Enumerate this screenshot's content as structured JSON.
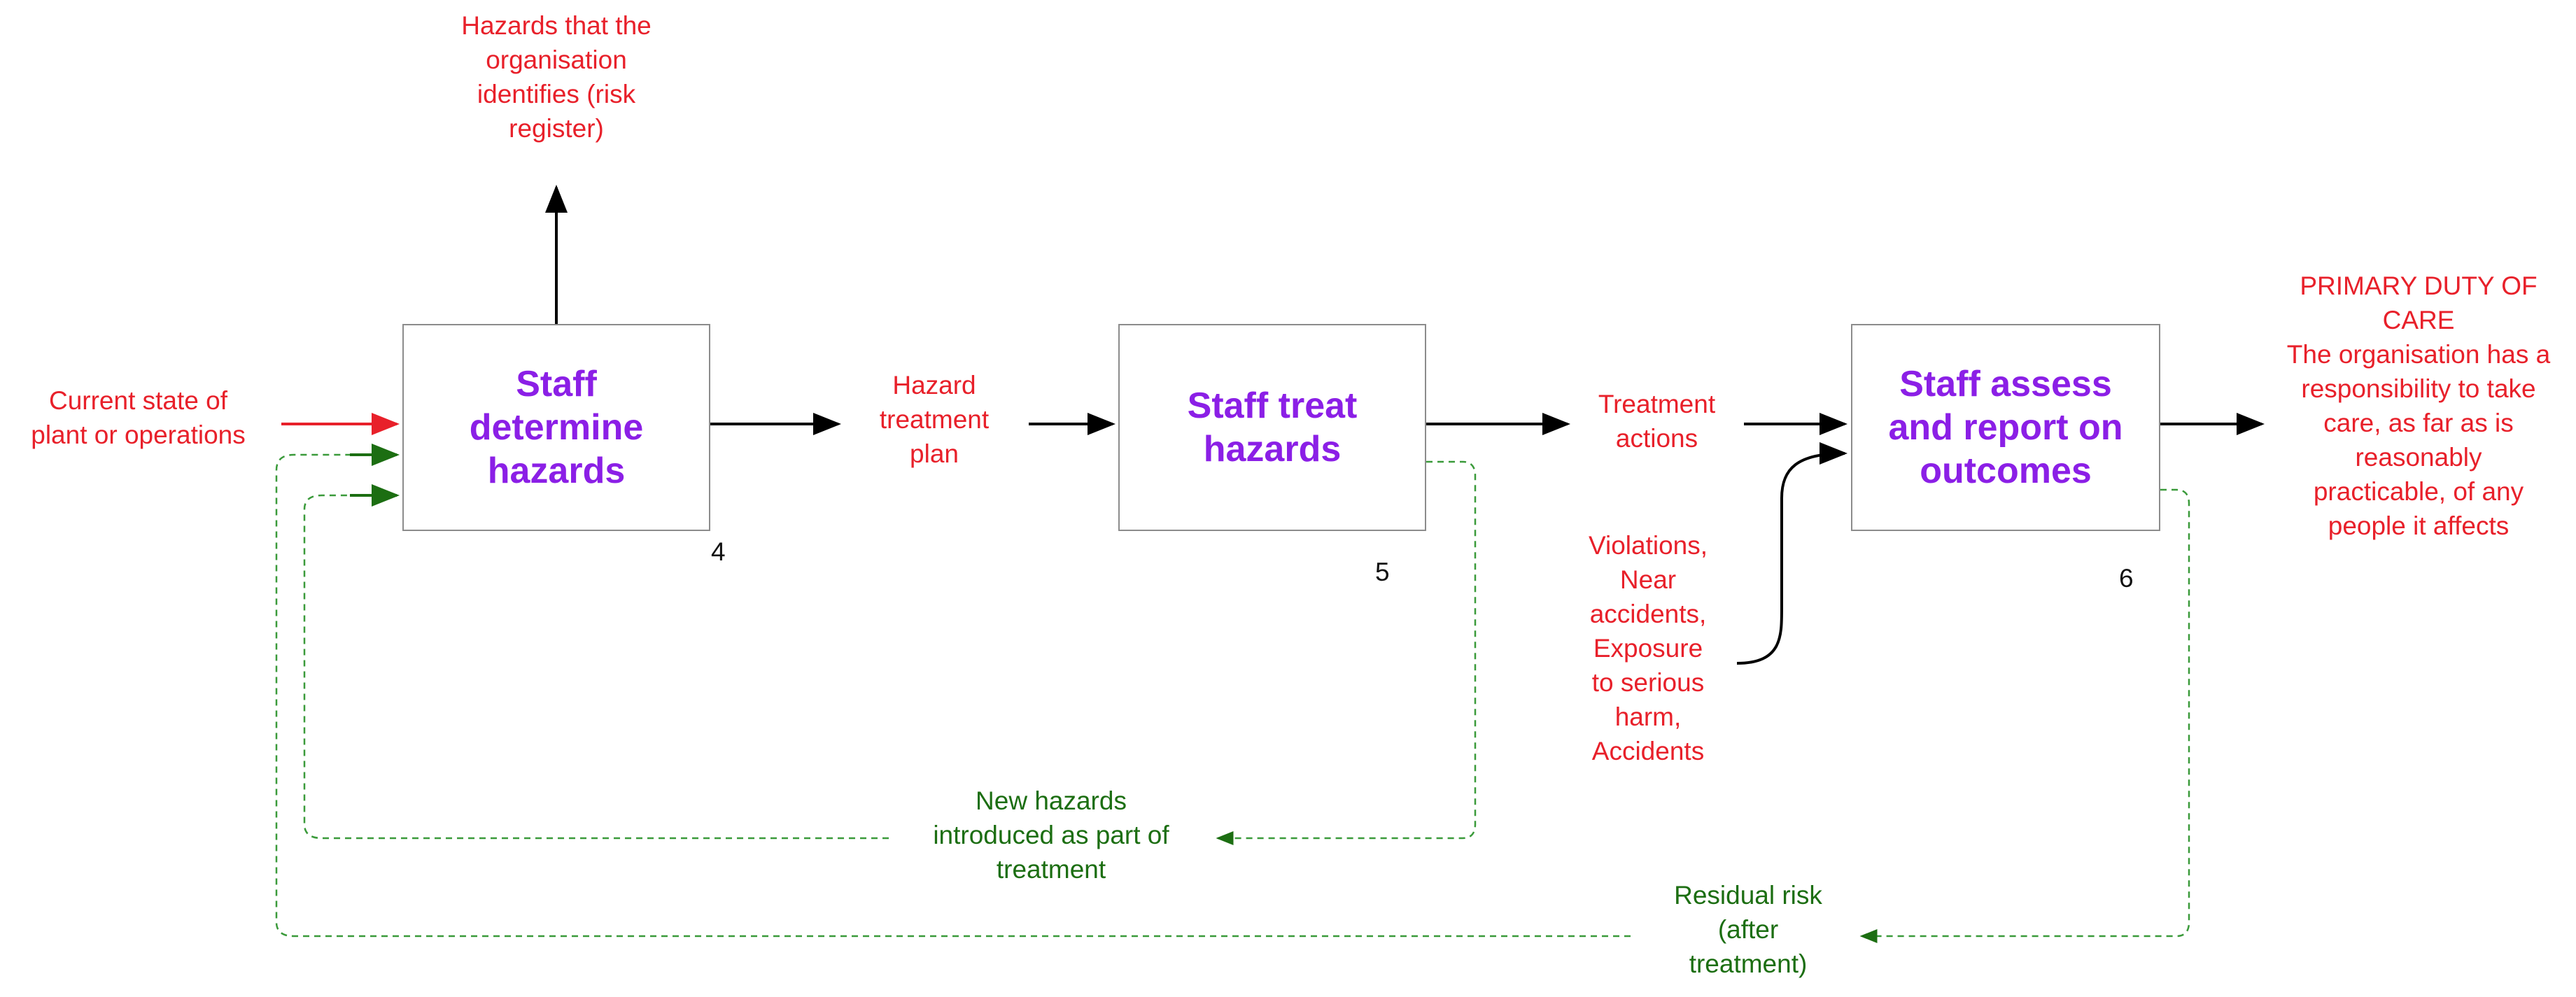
{
  "diagram": {
    "boxes": {
      "determine": {
        "title": "Staff\ndetermine\nhazards",
        "number": "4"
      },
      "treat": {
        "title": "Staff treat\nhazards",
        "number": "5"
      },
      "assess": {
        "title": "Staff assess\nand report on\noutcomes",
        "number": "6"
      }
    },
    "labels": {
      "risk_register": "Hazards that the\norganisation\nidentifies (risk\nregister)",
      "current_state": "Current state of\nplant or operations",
      "treatment_plan": "Hazard\ntreatment\nplan",
      "treatment_actions": "Treatment\nactions",
      "incidents": "Violations,\nNear\naccidents,\nExposure\nto serious\nharm,\nAccidents",
      "primary_duty": "PRIMARY DUTY OF\nCARE\nThe organisation has a\nresponsibility to take\ncare, as far as is\nreasonably\npracticable, of any\npeople it affects",
      "new_hazards": "New hazards\nintroduced as part of\ntreatment",
      "residual_risk": "Residual risk\n(after\ntreatment)"
    },
    "colors": {
      "box_title": "#8b1fe6",
      "label_red": "#e8202a",
      "feedback_green": "#1c6e12",
      "flow_arrow": "#000000",
      "input_arrow": "#e8202a",
      "box_border": "#8c8c8c"
    }
  }
}
